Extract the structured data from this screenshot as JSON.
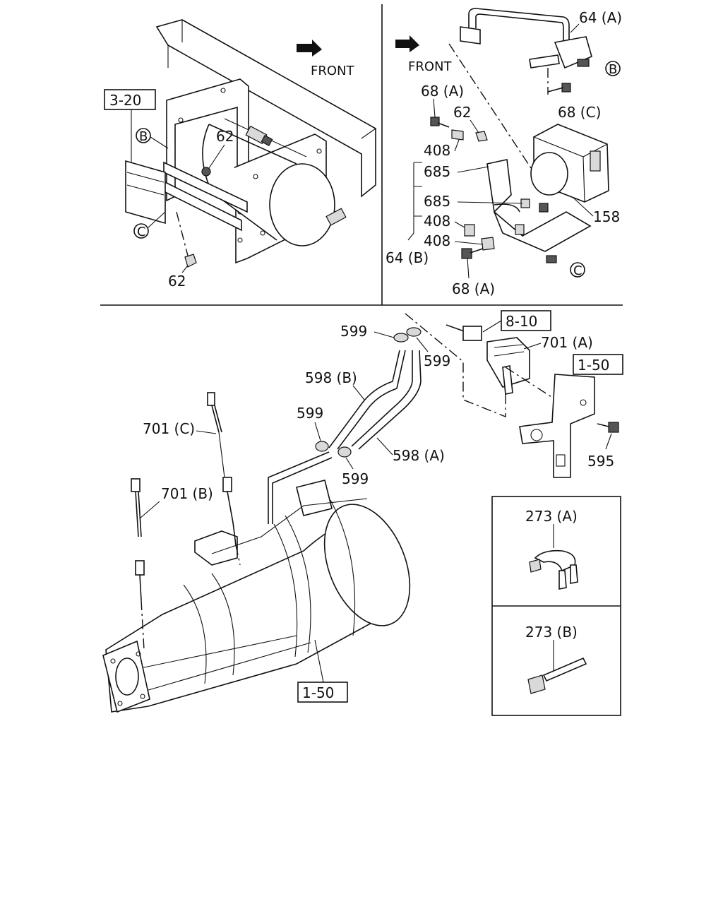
{
  "panels": {
    "top_left": {
      "front_label": "FRONT",
      "ref_box": "3-20",
      "callouts": {
        "b": "B",
        "c": "C",
        "nut_upper": "62",
        "nut_lower": "62"
      }
    },
    "top_right": {
      "front_label": "FRONT",
      "callouts": {
        "pipe_a": "64 (A)",
        "circle_b": "B",
        "bolt_upper_right": "68 (C)",
        "bolt_upper_left": "68 (A)",
        "nut": "62",
        "bush_upper": "408",
        "bracket_upper": "685",
        "bracket_lower": "685",
        "bush_mid": "408",
        "bush_lower": "408",
        "bracket_b": "64 (B)",
        "bolt_lower": "68 (A)",
        "circle_c": "C",
        "modulator": "158"
      }
    },
    "bottom": {
      "callouts": {
        "clamp_top_left": "599",
        "clamp_top_right": "599",
        "ref_box_upper": "8-10",
        "sensor_bracket": "701 (A)",
        "ref_box_side": "1-50",
        "hose_b": "598 (B)",
        "clamp_mid_left": "599",
        "sensor_c": "701 (C)",
        "hose_a": "598 (A)",
        "clamp_mid_right": "599",
        "bolt": "595",
        "sensor_b": "701 (B)",
        "ref_box_lower": "1-50"
      },
      "inset_clip": "273 (A)",
      "inset_tie": "273 (B)"
    }
  }
}
